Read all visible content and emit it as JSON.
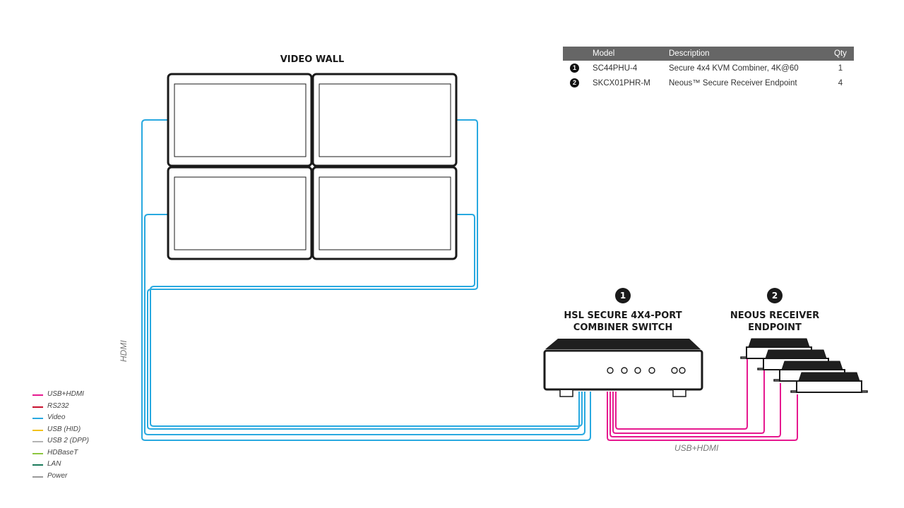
{
  "title": "VIDEO WALL",
  "devices": [
    {
      "number": "1",
      "label_line1": "HSL SECURE 4X4-PORT",
      "label_line2": "COMBINER SWITCH"
    },
    {
      "number": "2",
      "label_line1": "NEOUS RECEIVER",
      "label_line2": "ENDPOINT"
    }
  ],
  "bom": {
    "headers": {
      "model": "Model",
      "description": "Description",
      "qty": "Qty"
    },
    "rows": [
      {
        "num": "1",
        "model": "SC44PHU-4",
        "description": "Secure 4x4 KVM Combiner, 4K@60",
        "qty": "1"
      },
      {
        "num": "2",
        "model": "SKCX01PHR-M",
        "description": "Neous™ Secure Receiver Endpoint",
        "qty": "4"
      }
    ]
  },
  "cable_labels": {
    "hdmi": "HDMI",
    "usb_hdmi": "USB+HDMI"
  },
  "legend": [
    {
      "label": "USB+HDMI",
      "color": "#e6198f"
    },
    {
      "label": "RS232",
      "color": "#c8102e"
    },
    {
      "label": "Video",
      "color": "#29a9e0"
    },
    {
      "label": "USB (HID)",
      "color": "#f2c21b"
    },
    {
      "label": "USB 2 (DPP)",
      "color": "#b3b3b3"
    },
    {
      "label": "HDBaseT",
      "color": "#8cc63f"
    },
    {
      "label": "LAN",
      "color": "#1b7a5a"
    },
    {
      "label": "Power",
      "color": "#999999"
    }
  ],
  "colors": {
    "video": "#29a9e0",
    "usb_hdmi": "#e6198f"
  }
}
